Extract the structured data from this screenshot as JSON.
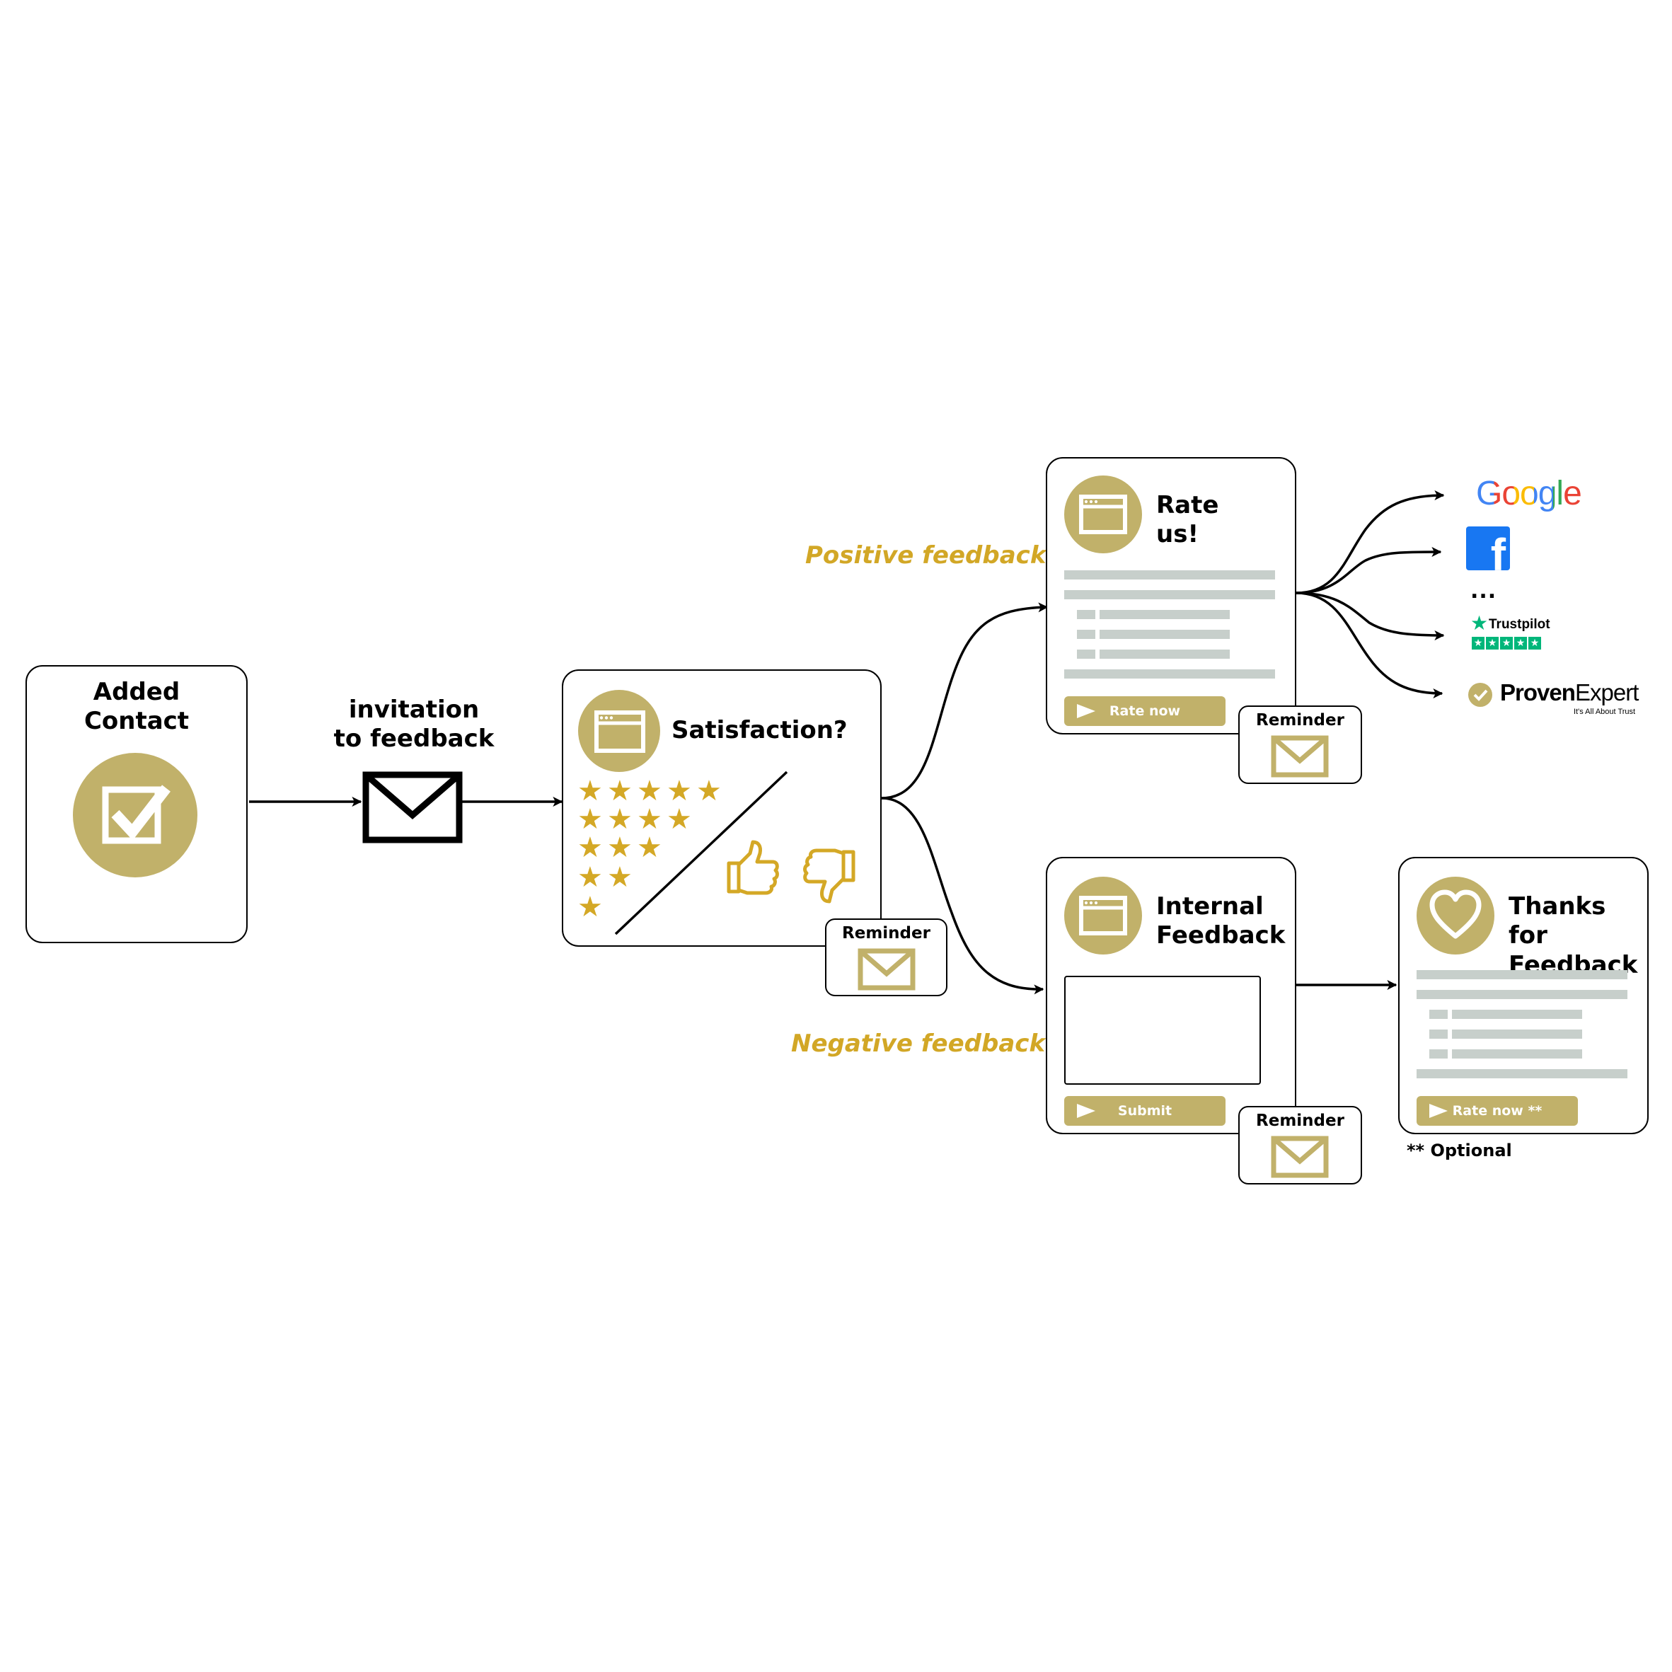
{
  "nodes": {
    "added_contact": {
      "title": "Added\nContact"
    },
    "invitation": {
      "label": "invitation\nto feedback"
    },
    "satisfaction": {
      "title": "Satisfaction?"
    },
    "rate_us": {
      "title": "Rate\nus!",
      "button": "Rate now"
    },
    "internal_feedback": {
      "title": "Internal\nFeedback",
      "button": "Submit"
    },
    "thanks": {
      "title": "Thanks for\nFeedback",
      "button": "Rate now **",
      "footnote": "** Optional"
    }
  },
  "reminder_label": "Reminder",
  "branches": {
    "positive": "Positive feedback",
    "negative": "Negative feedback"
  },
  "platforms": {
    "google": "Google",
    "facebook": "f",
    "more": "...",
    "trustpilot": "Trustpilot",
    "provenexpert_a": "Proven",
    "provenexpert_b": "Expert",
    "provenexpert_tagline": "It's All About Trust"
  },
  "colors": {
    "gold": "#c1b16a",
    "gold_text": "#d2a726",
    "gray_bar": "#c7cfcb",
    "facebook": "#1877f2",
    "trustpilot": "#00b67a"
  },
  "icons": [
    "checkbox-icon",
    "envelope-icon",
    "browser-window-icon",
    "star-icon",
    "thumbs-up-icon",
    "thumbs-down-icon",
    "heart-icon",
    "play-icon"
  ]
}
